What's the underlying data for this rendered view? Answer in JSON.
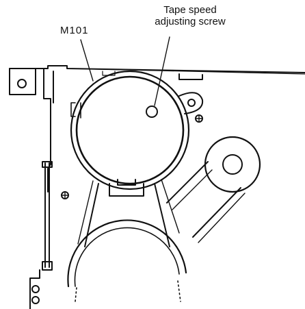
{
  "labels": {
    "motor": "M101",
    "screw_line1": "Tape speed",
    "screw_line2": "adjusting screw"
  },
  "colors": {
    "ink": "#111111",
    "paper": "#ffffff"
  }
}
